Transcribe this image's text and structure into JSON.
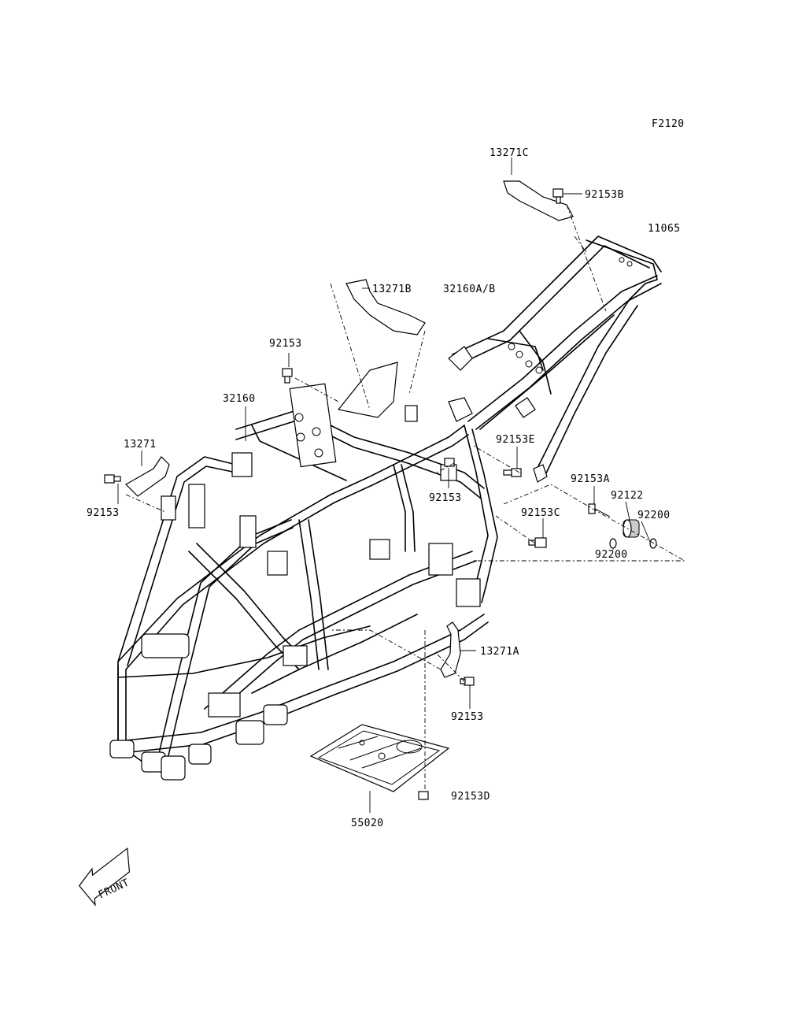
{
  "figure_code": "F2120",
  "front_label": "FRONT",
  "parts": {
    "p13271C": "13271C",
    "p92153B": "92153B",
    "p11065": "11065",
    "p13271B": "13271B",
    "p32160AB": "32160A/B",
    "p92153_top": "92153",
    "p32160": "32160",
    "p13271": "13271",
    "p92153_left": "92153",
    "p92153E": "92153E",
    "p92153_mid": "92153",
    "p92153A": "92153A",
    "p92122": "92122",
    "p92200_right": "92200",
    "p92153C": "92153C",
    "p92200_low": "92200",
    "p13271A": "13271A",
    "p92153_low": "92153",
    "p92153D": "92153D",
    "p55020": "55020"
  }
}
